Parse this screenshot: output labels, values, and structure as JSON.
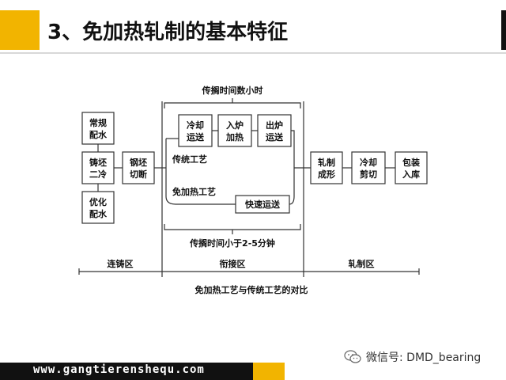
{
  "colors": {
    "accent": "#f2b400",
    "dark": "#111111"
  },
  "slide": {
    "title": "3、免加热轧制的基本特征"
  },
  "diagram": {
    "label_top": "传搁时间数小时",
    "label_bottom": "传搁时间小于2-5分钟",
    "caption": "免加热工艺与传统工艺的对比",
    "blocks": {
      "changgui": [
        "常规",
        "配水"
      ],
      "zhupi": [
        "铸坯",
        "二冷"
      ],
      "youhua": [
        "优化",
        "配水"
      ],
      "gangpi": [
        "钢坯",
        "切断"
      ],
      "lengque": [
        "冷却",
        "运送"
      ],
      "rulu": [
        "入炉",
        "加热"
      ],
      "chulu": [
        "出炉",
        "运送"
      ],
      "kuaisu": "快速运送",
      "zhazhi": [
        "轧制",
        "成形"
      ],
      "lengque2": [
        "冷却",
        "剪切"
      ],
      "baozhuang": [
        "包装",
        "入库"
      ]
    },
    "path_labels": {
      "traditional": "传统工艺",
      "direct": "免加热工艺"
    },
    "zones": {
      "casting": "连铸区",
      "linking": "衔接区",
      "rolling": "轧制区"
    }
  },
  "footer": {
    "url": "www.gangtierenshequ.com",
    "wechat": "微信号: DMD_bearing",
    "wechat_icon": "wechat-icon"
  }
}
